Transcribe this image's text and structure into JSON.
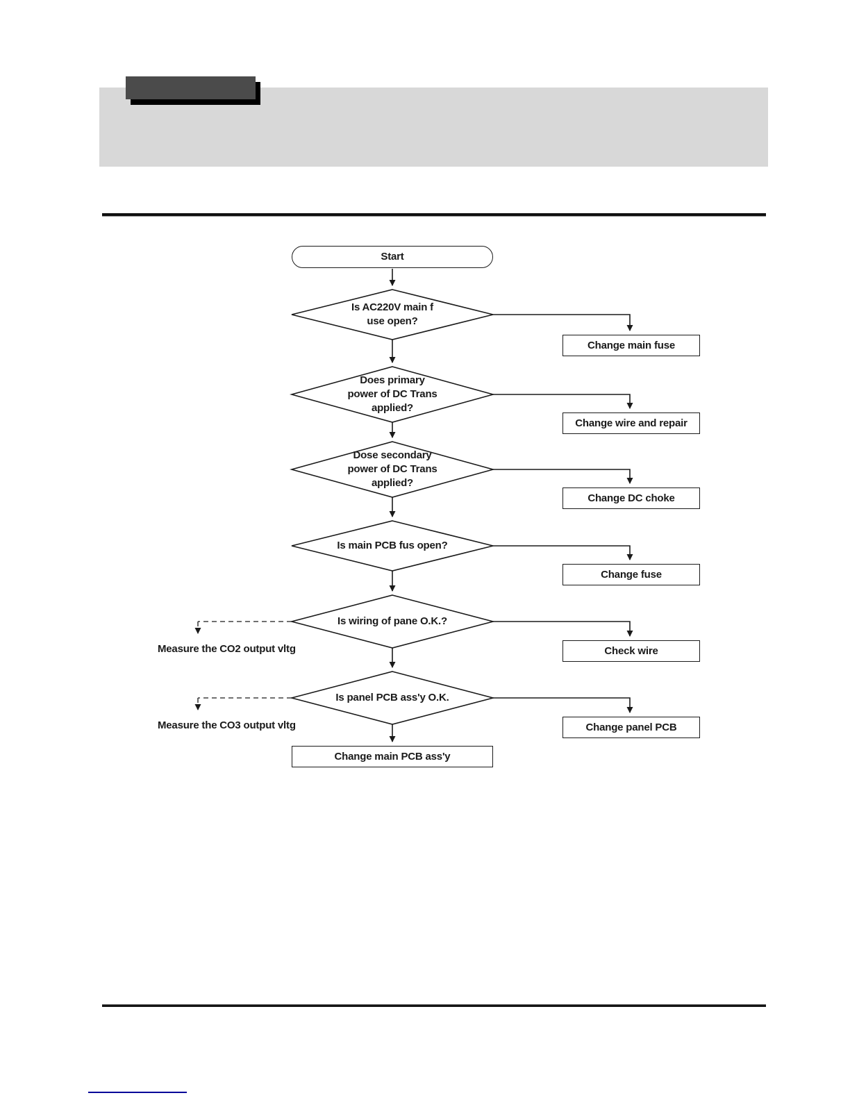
{
  "colors": {
    "header_box_gray": "#4b4b4b",
    "banner_gray": "#d8d8d8",
    "line_black": "#1a1a1a",
    "link_blue": "#000099"
  },
  "flowchart": {
    "start_label": "Start",
    "nodes": [
      {
        "question": "Is AC220V main f\nuse open?",
        "action": "Change main fuse"
      },
      {
        "question": "Does primary\npower of DC Trans\napplied?",
        "action": "Change wire and repair"
      },
      {
        "question": "Dose secondary\npower of DC Trans\napplied?",
        "action": "Change DC choke"
      },
      {
        "question": "Is main PCB fus open?",
        "action": "Change fuse"
      },
      {
        "question": "Is wiring of pane O.K.?",
        "action": "Check wire",
        "side_note": "Measure the CO2 output vltg"
      },
      {
        "question": "Is panel PCB ass'y O.K.",
        "action": "Change panel PCB",
        "side_note": "Measure the CO3 output vltg"
      }
    ],
    "end_label": "Change main PCB ass'y"
  }
}
